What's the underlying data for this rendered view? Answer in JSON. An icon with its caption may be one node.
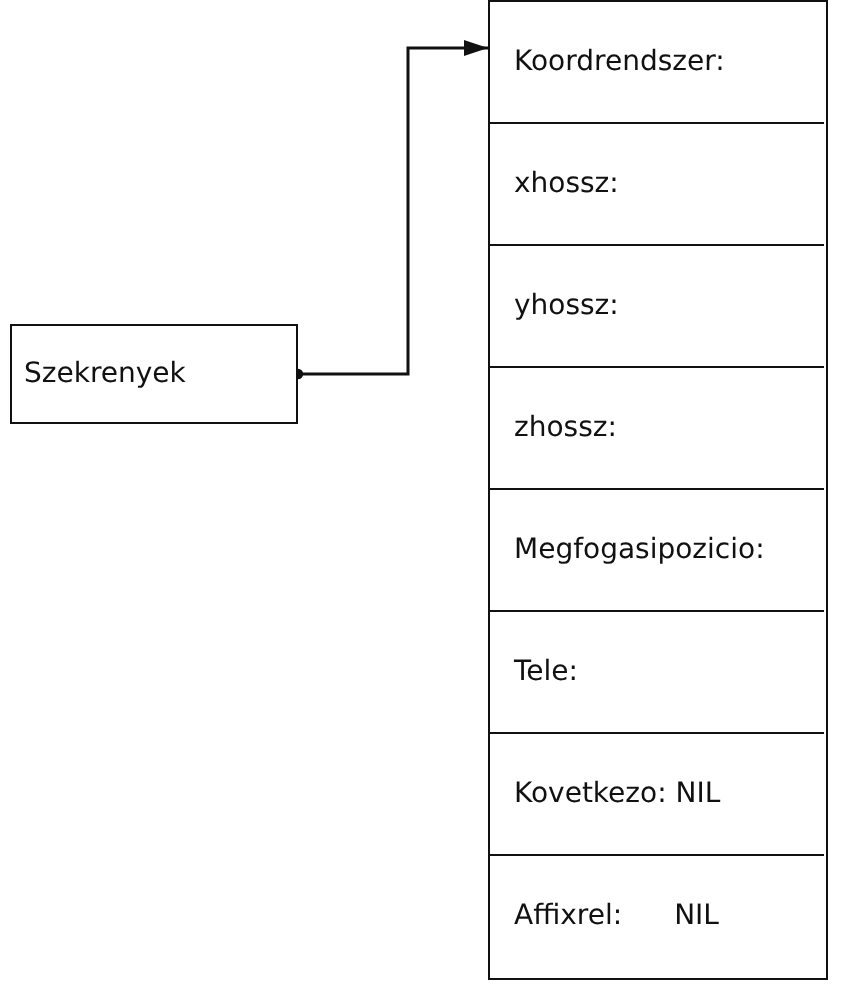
{
  "diagram": {
    "nodes": [
      {
        "text": [
          "Szekrenyek"
        ]
      },
      {
        "text": [],
        "shape": "box"
      },
      {
        "text": [
          "Koordrendszer:"
        ],
        "in": 1
      },
      {
        "text": [
          "xhossz:"
        ],
        "in": 1
      },
      {
        "text": [
          "yhossz:"
        ],
        "in": 1
      },
      {
        "text": [
          "zhossz:"
        ],
        "in": 1
      },
      {
        "text": [
          "Megfogasipozicio:"
        ],
        "in": 1
      },
      {
        "text": [
          "Tele:"
        ],
        "in": 1
      },
      {
        "text": [
          "Kovetkezo: NIL"
        ],
        "in": 1
      },
      {
        "text": [
          "Affixrel:",
          "NIL"
        ],
        "in": 1
      }
    ],
    "edges": [
      {
        "from": 0,
        "to": 2,
        "arrow": "to"
      }
    ]
  }
}
